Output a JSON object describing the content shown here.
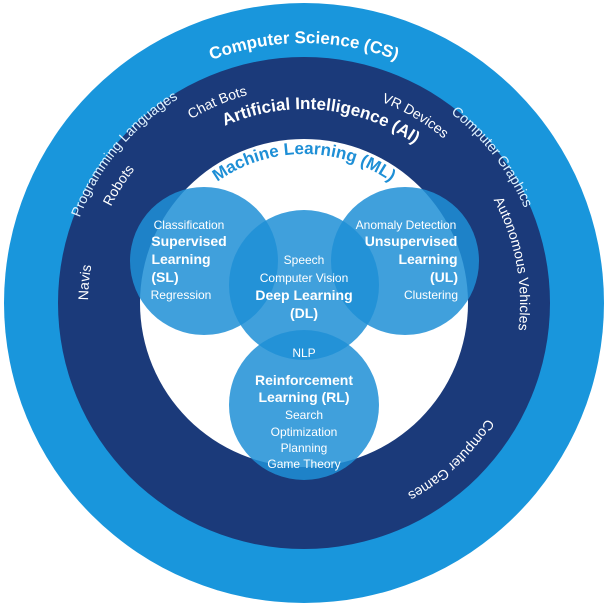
{
  "colors": {
    "cs_ring": "#1996dc",
    "ai_ring": "#1b3a7a",
    "ml_disk": "#ffffff",
    "circle_fill": "#1e8fd6",
    "ml_title": "#1e8fd6",
    "text_light": "#ffffff",
    "text_cs_items": "#dff2ff"
  },
  "cs": {
    "title": "Computer Science (CS)",
    "items": [
      "Programming Languages",
      "Computer Graphics"
    ]
  },
  "ai": {
    "title": "Artificial Intelligence (AI)",
    "items": [
      "Chat Bots",
      "VR Devices",
      "Robots",
      "Autonomous Vehicles",
      "Navis",
      "Computer Games"
    ]
  },
  "ml": {
    "title": "Machine Learning (ML)"
  },
  "supervised": {
    "top": "Classification",
    "title": [
      "Supervised",
      "Learning",
      "(SL)"
    ],
    "bottom": "Regression"
  },
  "unsupervised": {
    "top": "Anomaly Detection",
    "title": [
      "Unsupervised",
      "Learning",
      "(UL)"
    ],
    "bottom": "Clustering"
  },
  "deep": {
    "items": [
      "Speech",
      "Computer Vision"
    ],
    "title": [
      "Deep Learning",
      "(DL)"
    ]
  },
  "reinforcement": {
    "top": "NLP",
    "title": [
      "Reinforcement",
      "Learning (RL)"
    ],
    "items": [
      "Search",
      "Optimization",
      "Planning",
      "Game Theory"
    ]
  }
}
